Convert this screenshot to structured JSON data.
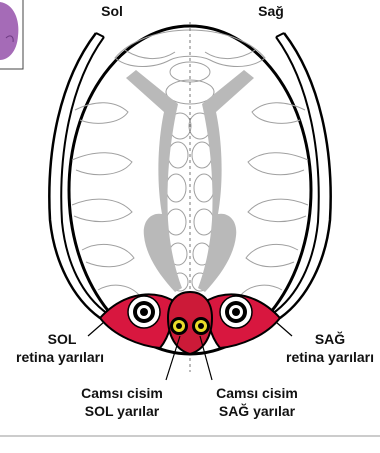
{
  "labels": {
    "top_left": "Sol",
    "top_right": "Sağ",
    "left_retina_line1": "SOL",
    "left_retina_line2": "retina yarıları",
    "right_retina_line1": "SAĞ",
    "right_retina_line2": "retina yarıları",
    "vitreous_left_line1": "Camsı cisim",
    "vitreous_left_line2": "SOL yarılar",
    "vitreous_right_line1": "Camsı cisim",
    "vitreous_right_line2": "SAĞ yarılar"
  },
  "colors": {
    "retina": "#d8173f",
    "vitreous": "#cc1a38",
    "lens_yellow": "#e9dc2a",
    "grey_structure": "#b9b9b9",
    "outline": "#000000",
    "thin_lines": "#9a9a9a",
    "thumbnail": "#a56bb7"
  }
}
